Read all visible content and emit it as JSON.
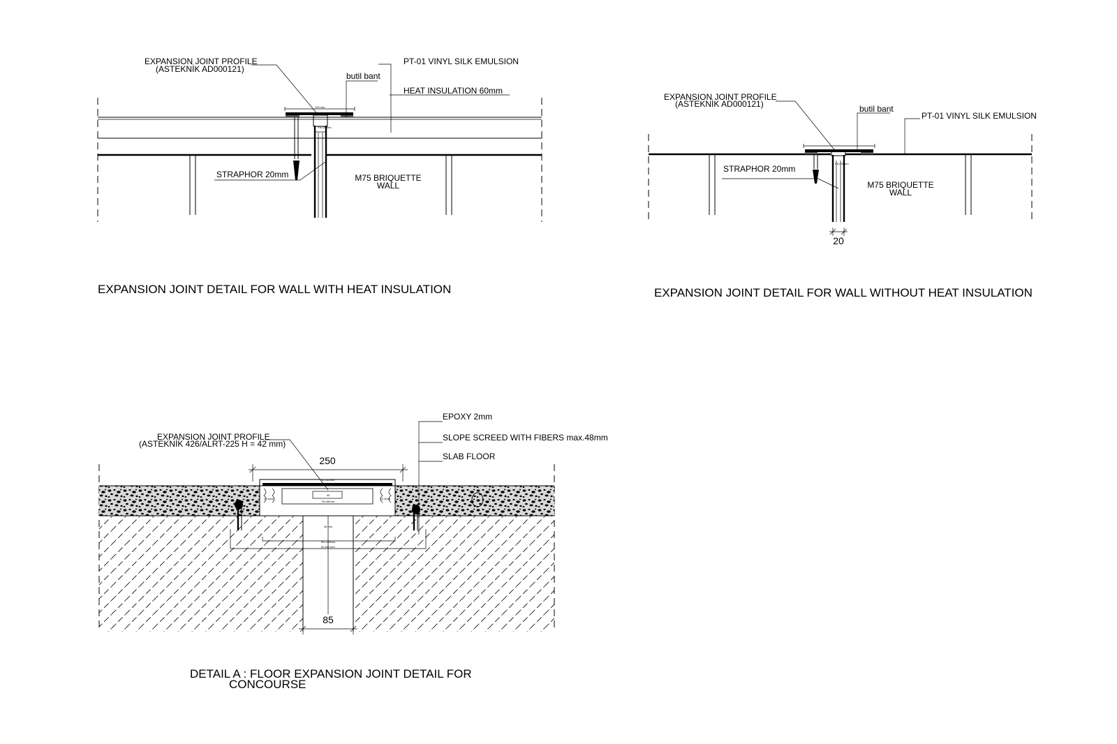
{
  "detail1": {
    "title": "EXPANSION JOINT DETAIL FOR  WALL WITH HEAT INSULATION",
    "profile_line1": "EXPANSION JOINT PROFILE",
    "profile_line2": "(ASTEKNİK AD000121)",
    "paint": "PT-01 VINYL SILK EMULSION",
    "tape": "butil bant",
    "insulation": "HEAT INSULATION 60mm",
    "straphor": "STRAPHOR 20mm",
    "wall_line1": "M75 BRIQUETTE",
    "wall_line2": "WALL",
    "small_dim_top": "120 mm",
    "small_dim_gap": "Fb=20 mm"
  },
  "detail2": {
    "title": "EXPANSION JOINT DETAIL FOR WALL WITHOUT HEAT INSULATION",
    "profile_line1": "EXPANSION JOINT PROFILE",
    "profile_line2": "(ASTEKNİK AD000121)",
    "tape": "butil bant",
    "paint": "PT-01 VINYL SILK EMULSION",
    "straphor": "STRAPHOR 20mm",
    "wall_line1": "M75 BRIQUETTE",
    "wall_line2": "WALL",
    "small_dim_gap": "Fb=20 mm",
    "gap_dim": "20"
  },
  "detail3": {
    "title_line1": "DETAIL A : FLOOR EXPANSION JOINT DETAIL FOR",
    "title_line2": "CONCOURSE",
    "profile_line1": "EXPANSION JOINT PROFILE",
    "profile_line2": "(ASTEKNİK 426/ALRT-225  H = 42 mm)",
    "epoxy": "EPOXY 2mm",
    "screed": "SLOPE SCREED WITH FIBERS max.48mm",
    "slab": "SLAB FLOOR",
    "width_dim": "250",
    "gap_dim": "85",
    "tiny_top": "A=125mm",
    "tiny_mid": "Fb=50mm",
    "tiny_depth": "45 mm",
    "tiny_fb": "Fb=125mm",
    "tiny_b": "B=150 mm",
    "tiny_left": "12.5mm",
    "tiny_right": "12.5mm",
    "tiny_center": "40"
  }
}
